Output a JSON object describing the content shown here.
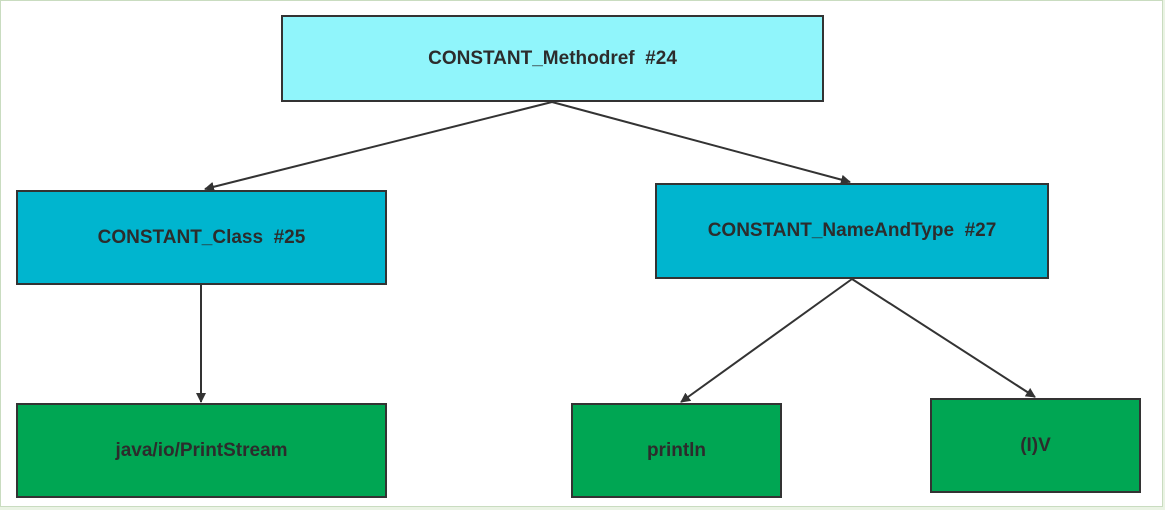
{
  "colors": {
    "root": "#90f5fb",
    "constant": "#00b5cf",
    "leaf": "#00a653",
    "edge": "#333333"
  },
  "nodes": {
    "methodref": {
      "label": "CONSTANT_Methodref  #24",
      "level": "root"
    },
    "class": {
      "label": "CONSTANT_Class  #25",
      "level": "constant"
    },
    "name_and_type": {
      "label": "CONSTANT_NameAndType  #27",
      "level": "constant"
    },
    "print_stream": {
      "label": "java/io/PrintStream",
      "level": "leaf"
    },
    "println": {
      "label": "println",
      "level": "leaf"
    },
    "descriptor": {
      "label": "(I)V",
      "level": "leaf"
    }
  },
  "edges": [
    {
      "from": "methodref",
      "to": "class"
    },
    {
      "from": "methodref",
      "to": "name_and_type"
    },
    {
      "from": "class",
      "to": "print_stream"
    },
    {
      "from": "name_and_type",
      "to": "println"
    },
    {
      "from": "name_and_type",
      "to": "descriptor"
    }
  ]
}
